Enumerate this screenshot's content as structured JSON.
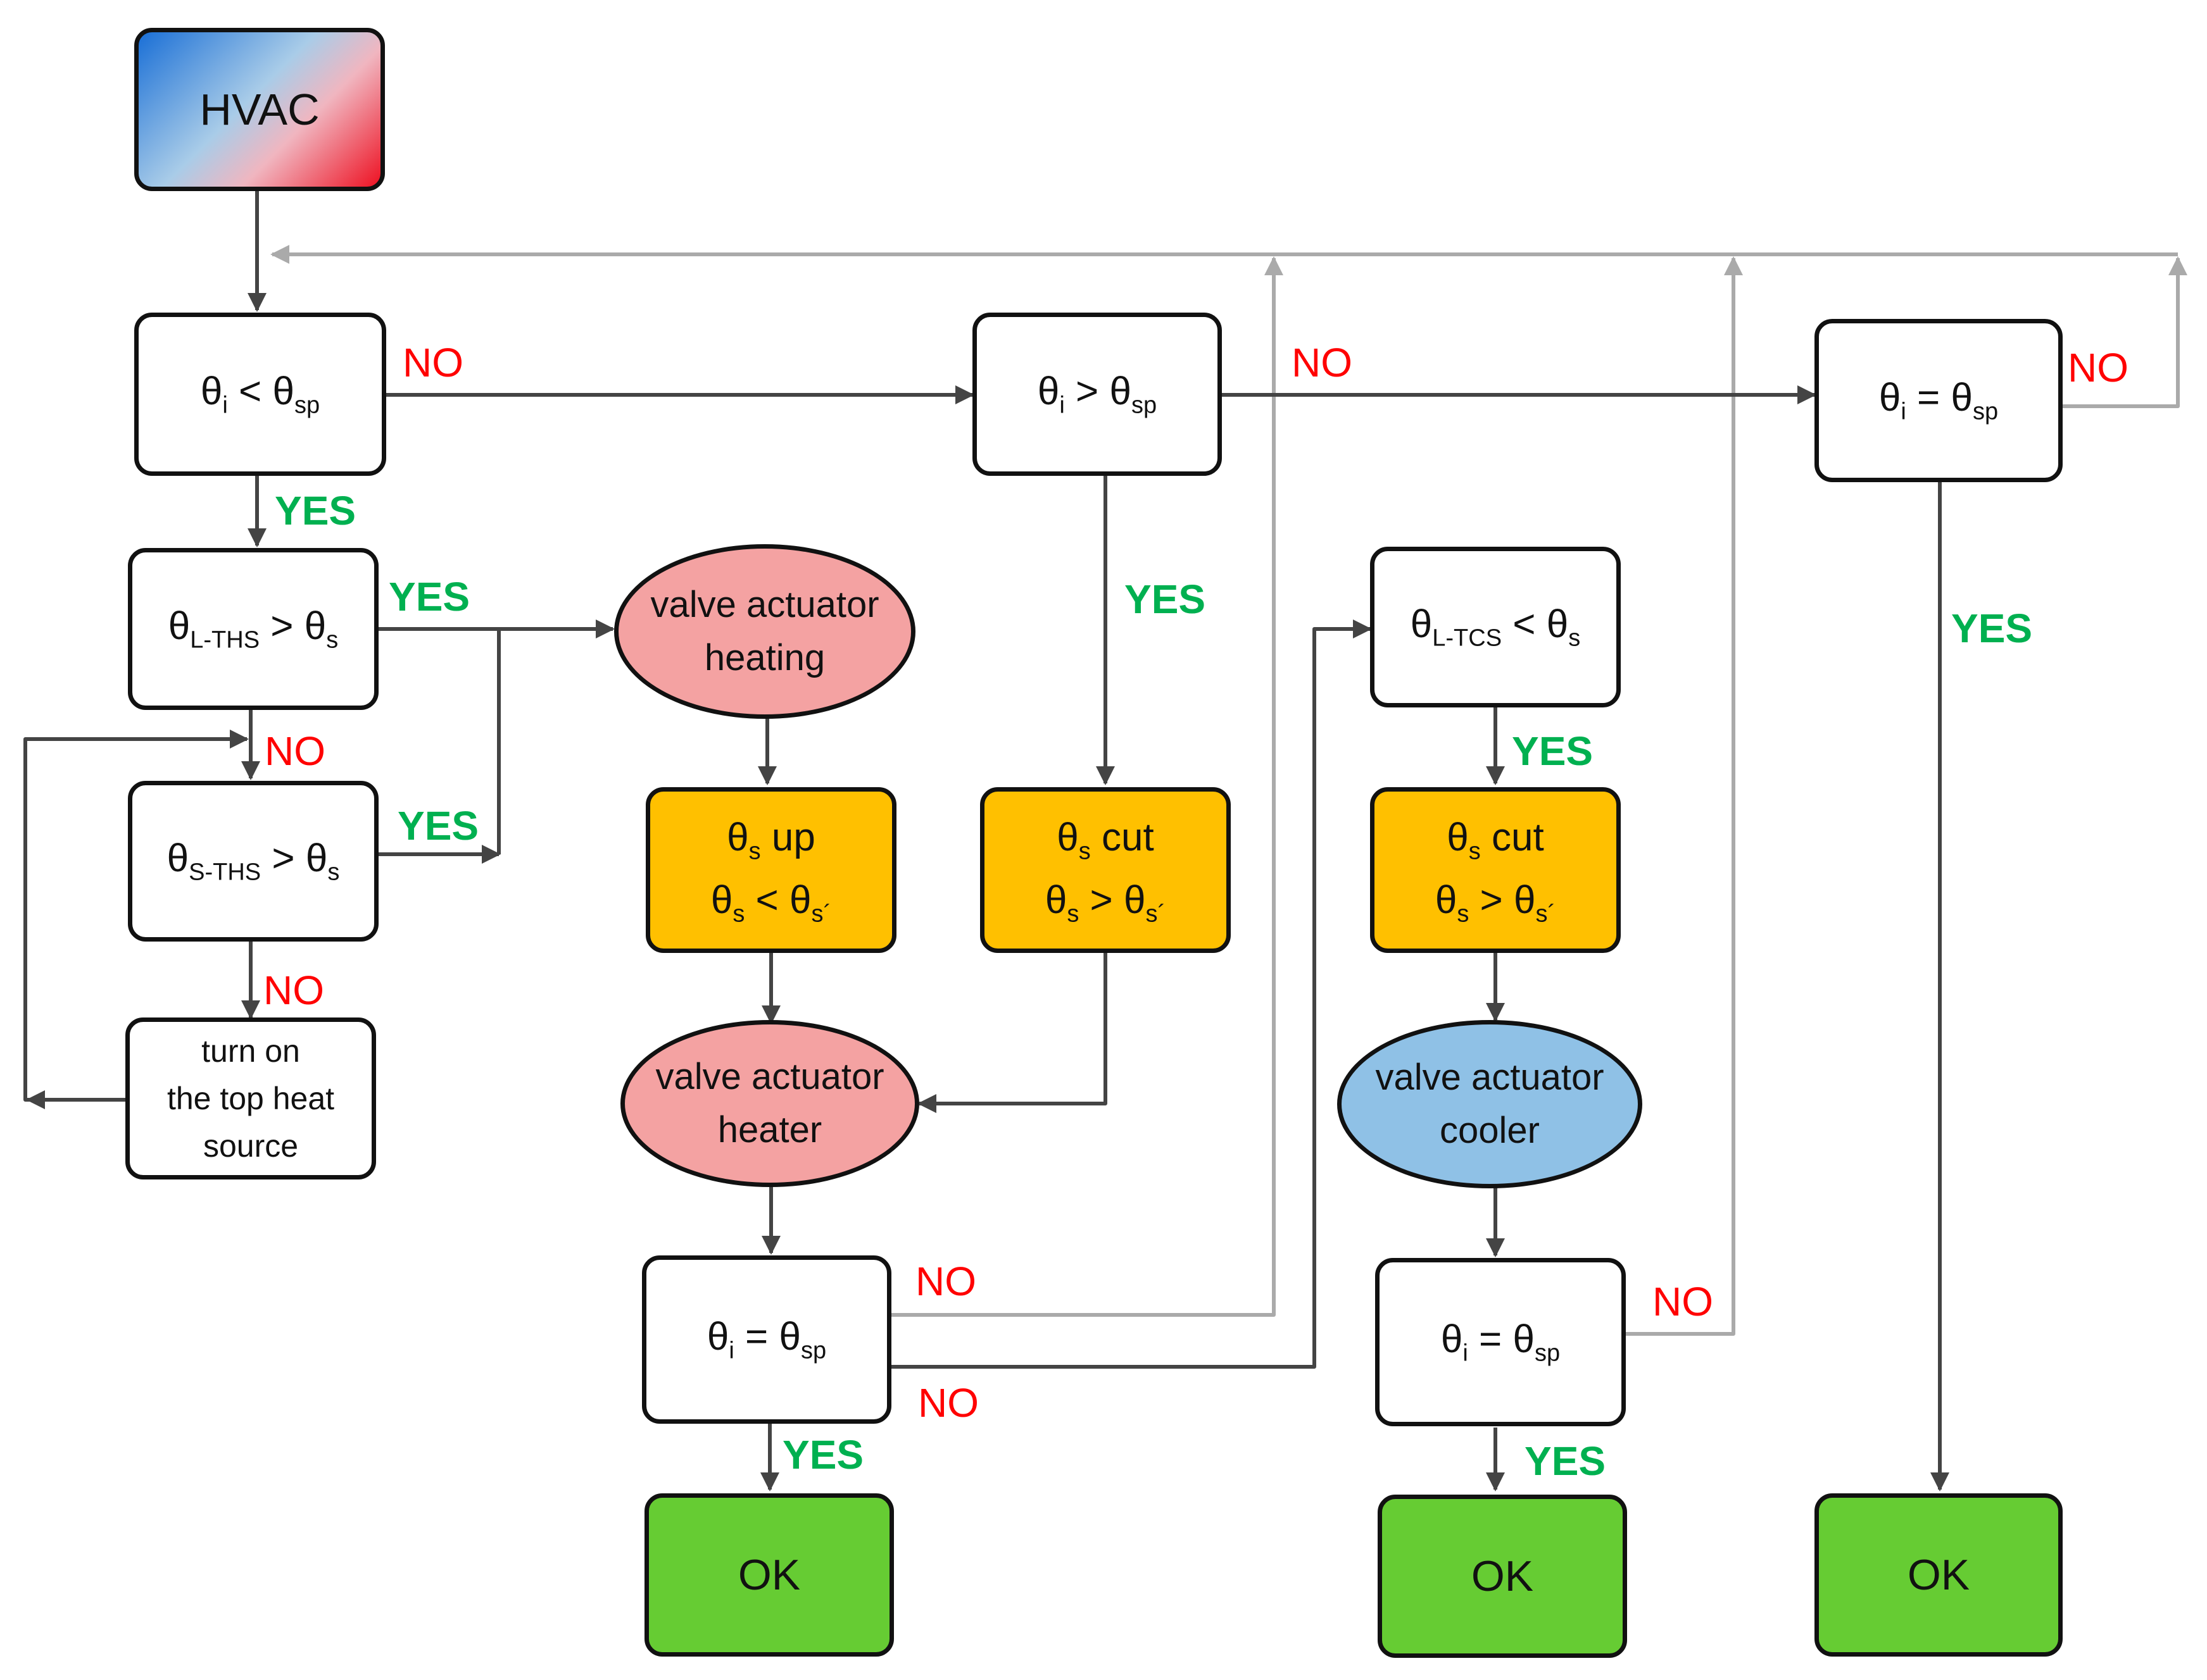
{
  "nodes": {
    "hvac": "HVAC",
    "c1": {
      "lhs": "θ",
      "lsub": "i",
      "op": " < ",
      "rhs": "θ",
      "rsub": "sp"
    },
    "c2": {
      "lhs": "θ",
      "lsub": "i",
      "op": " > ",
      "rhs": "θ",
      "rsub": "sp"
    },
    "c3": {
      "lhs": "θ",
      "lsub": "i",
      "op": " = ",
      "rhs": "θ",
      "rsub": "sp"
    },
    "c4": {
      "lhs": "θ",
      "lsub": "L-THS",
      "op": " > ",
      "rhs": "θ",
      "rsub": "s"
    },
    "c5": {
      "lhs": "θ",
      "lsub": "S-THS",
      "op": " > ",
      "rhs": "θ",
      "rsub": "s"
    },
    "c6": {
      "lhs": "θ",
      "lsub": "L-TCS",
      "op": " < ",
      "rhs": "θ",
      "rsub": "s"
    },
    "c7": {
      "lhs": "θ",
      "lsub": "i",
      "op": " = ",
      "rhs": "θ",
      "rsub": "sp"
    },
    "c8": {
      "lhs": "θ",
      "lsub": "i",
      "op": " = ",
      "rhs": "θ",
      "rsub": "sp"
    },
    "turn_on": {
      "line1": "turn on",
      "line2": "the top heat",
      "line3": "source"
    },
    "heating": {
      "line1": "valve actuator",
      "line2": "heating"
    },
    "heater": {
      "line1": "valve actuator",
      "line2": "heater"
    },
    "cooler": {
      "line1": "valve actuator",
      "line2": "cooler"
    },
    "o1": {
      "a": "θ",
      "asub": "s",
      "atext": " up",
      "b": "θ",
      "bsub": "s",
      "bop": " < ",
      "c": "θ",
      "csub": "s´"
    },
    "o2": {
      "a": "θ",
      "asub": "s",
      "atext": " cut",
      "b": "θ",
      "bsub": "s",
      "bop": " > ",
      "c": "θ",
      "csub": "s´"
    },
    "o3": {
      "a": "θ",
      "asub": "s",
      "atext": " cut",
      "b": "θ",
      "bsub": "s",
      "bop": " > ",
      "c": "θ",
      "csub": "s´"
    },
    "ok1": "OK",
    "ok2": "OK",
    "ok3": "OK"
  },
  "labels": {
    "no": "NO",
    "yes": "YES"
  },
  "colors": {
    "red_label": "#ff0000",
    "green_label": "#00b050",
    "orange_box": "#ffc000",
    "green_box": "#66cc33",
    "pink_ellipse": "#f4a2a2",
    "blue_ellipse": "#8fc1e6",
    "feedback_line": "#aaaaaa",
    "main_line": "#444444"
  }
}
